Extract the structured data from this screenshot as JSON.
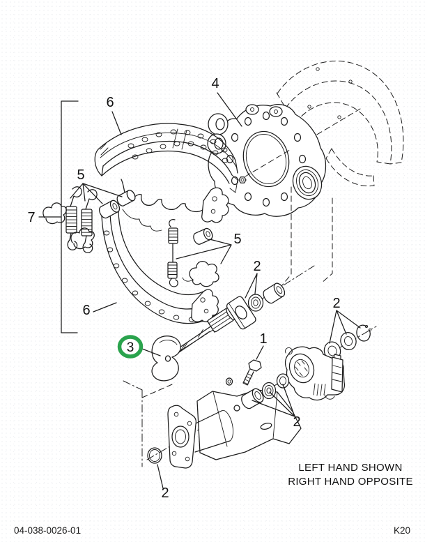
{
  "page": {
    "footer_left": "04-038-0026-01",
    "footer_right": "K20",
    "note": [
      "LEFT HAND SHOWN",
      "RIGHT HAND OPPOSITE"
    ]
  },
  "colors": {
    "line": "#1c1c1c",
    "highlight": "#2aa34d",
    "paper": "#ffffff"
  },
  "callouts": [
    {
      "label": "6",
      "part": "brake-shoe-upper"
    },
    {
      "label": "4",
      "part": "brake-spider"
    },
    {
      "label": "5",
      "part": "shoe-hardware-left"
    },
    {
      "label": "7",
      "part": "shoe-and-hardware-kit"
    },
    {
      "label": "5",
      "part": "shoe-hardware-center"
    },
    {
      "label": "2",
      "part": "camshaft-bushing-group"
    },
    {
      "label": "6",
      "part": "brake-shoe-lower"
    },
    {
      "label": "3",
      "part": "brake-camshaft",
      "highlighted": true
    },
    {
      "label": "2",
      "part": "washer-snapring-group"
    },
    {
      "label": "1",
      "part": "mounting-bolt"
    },
    {
      "label": "2",
      "part": "bracket-bushing-group"
    },
    {
      "label": "2",
      "part": "o-ring"
    }
  ]
}
